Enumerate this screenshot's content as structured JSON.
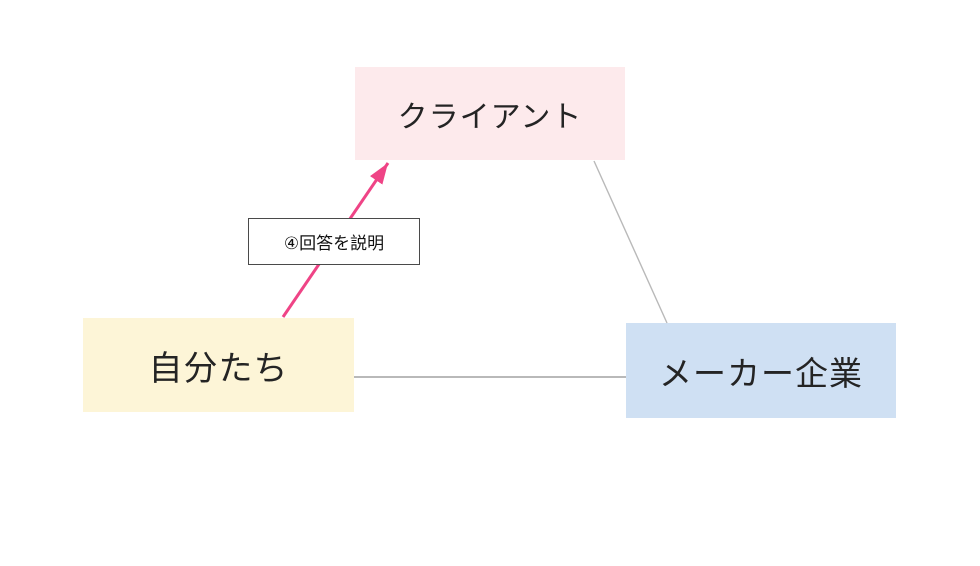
{
  "diagram": {
    "nodes": [
      {
        "id": "client",
        "label": "クライアント",
        "fill": "#fdeaec"
      },
      {
        "id": "ourselves",
        "label": "自分たち",
        "fill": "#fdf5d7"
      },
      {
        "id": "maker",
        "label": "メーカー企業",
        "fill": "#cfe0f3"
      }
    ],
    "annotation": {
      "label": "④回答を説明",
      "background": "#ffffff",
      "border_color": "#4a4a4a"
    },
    "edges": [
      {
        "from": "ourselves",
        "to": "client",
        "style": "arrow",
        "color": "#ef4486"
      },
      {
        "from": "client",
        "to": "maker",
        "style": "line",
        "color": "#b9b9b9"
      },
      {
        "from": "ourselves",
        "to": "maker",
        "style": "line",
        "color": "#b9b9b9"
      }
    ]
  },
  "colors": {
    "arrow": "#ef4486",
    "connector": "#b9b9b9",
    "annotation_bg": "#ffffff"
  }
}
